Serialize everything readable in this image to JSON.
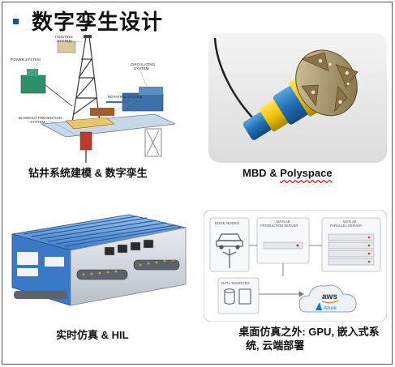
{
  "title": "数字孪生设计",
  "colors": {
    "bullet": "#1f4e9a",
    "bit_blue": "#1f6fb5",
    "bit_yellow": "#f2c200",
    "box_blue": "#3a78c8",
    "aws_orange": "#f29100"
  },
  "panels": [
    {
      "caption": "钻井系统建模 & 数字孪生",
      "labels": {
        "hoisting": "HOISTING\nSYSTEM",
        "power": "POWER SYSTEM",
        "circulating": "CIRCULATING\nSYSTEM",
        "rotating": "ROTATING SYSTEM",
        "blowout": "BLOWOUT PREVENTION\nSYSTEM"
      }
    },
    {
      "caption_prefix": "MBD & ",
      "caption_word": "Polyspace"
    },
    {
      "caption": "实时仿真 & HIL"
    },
    {
      "caption_line1": "桌面仿真之外: GPU, 嵌入式系",
      "caption_line2": "统, 云端部署",
      "labels": {
        "edge": "EDGE NODES",
        "prod": "MATLAB\nPRODUCTION SERVER",
        "par": "MATLAB\nPARALLEL SERVER",
        "data": "DATA SOURCES",
        "aws": "aws",
        "azure": "Azure"
      }
    }
  ]
}
